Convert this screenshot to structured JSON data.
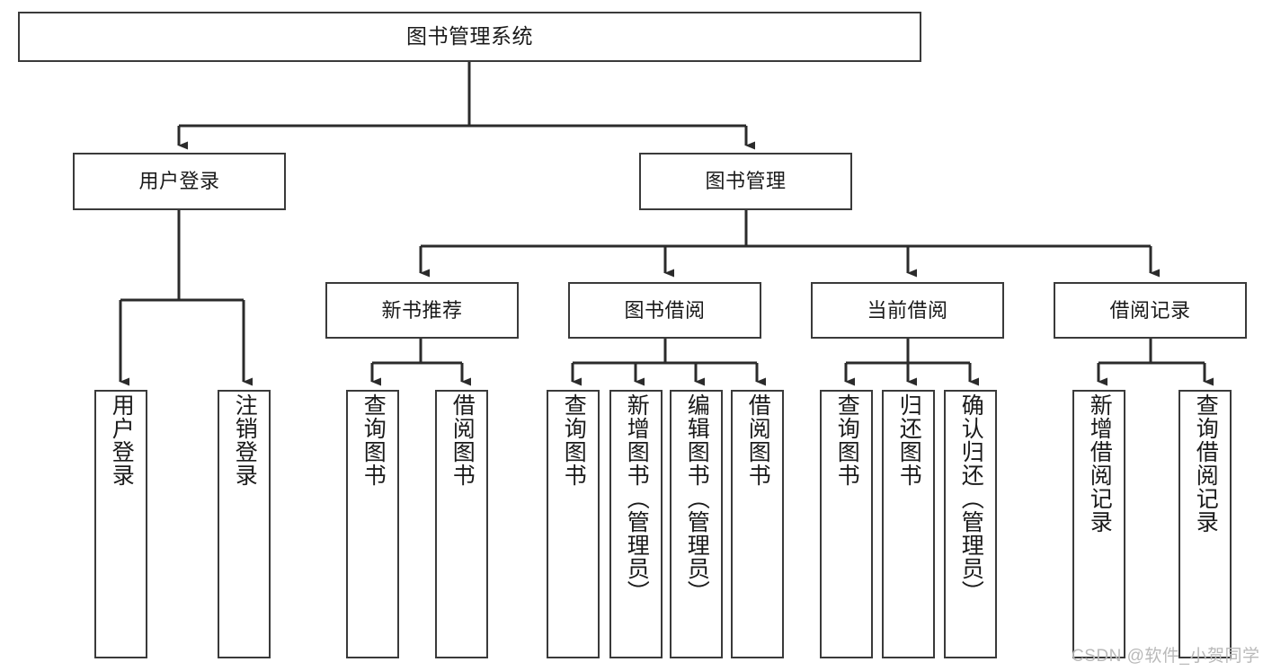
{
  "diagram": {
    "title": "图书管理系统",
    "type": "tree-hierarchy",
    "orientation": "top-down",
    "colors": {
      "box_border": "#3a3a3a",
      "box_fill": "#ffffff",
      "edge": "#2b2b2b",
      "text": "#1a1a1a",
      "watermark": "#b9b9b9",
      "background": "#ffffff"
    },
    "levels": [
      {
        "level": 1,
        "nodes": [
          {
            "id": "root",
            "label": "图书管理系统",
            "orientation": "horizontal"
          }
        ]
      },
      {
        "level": 2,
        "nodes": [
          {
            "id": "user-login",
            "label": "用户登录",
            "orientation": "horizontal",
            "parent": "root"
          },
          {
            "id": "book-manage",
            "label": "图书管理",
            "orientation": "horizontal",
            "parent": "root"
          }
        ]
      },
      {
        "level": 3,
        "nodes": [
          {
            "id": "new-book-rec",
            "label": "新书推荐",
            "orientation": "horizontal",
            "parent": "book-manage"
          },
          {
            "id": "book-borrow",
            "label": "图书借阅",
            "orientation": "horizontal",
            "parent": "book-manage"
          },
          {
            "id": "current-borrow",
            "label": "当前借阅",
            "orientation": "horizontal",
            "parent": "book-manage"
          },
          {
            "id": "borrow-record",
            "label": "借阅记录",
            "orientation": "horizontal",
            "parent": "book-manage"
          }
        ]
      },
      {
        "level": 4,
        "nodes": [
          {
            "id": "leaf-user-login",
            "label": "用户登录",
            "orientation": "vertical",
            "parent": "user-login"
          },
          {
            "id": "leaf-user-logout",
            "label": "注销登录",
            "orientation": "vertical",
            "parent": "user-login"
          },
          {
            "id": "leaf-query-book-1",
            "label": "查询图书",
            "orientation": "vertical",
            "parent": "new-book-rec"
          },
          {
            "id": "leaf-borrow-book-1",
            "label": "借阅图书",
            "orientation": "vertical",
            "parent": "new-book-rec"
          },
          {
            "id": "leaf-query-book-2",
            "label": "查询图书",
            "orientation": "vertical",
            "parent": "book-borrow"
          },
          {
            "id": "leaf-add-book",
            "label": "新增图书（管理员）",
            "orientation": "vertical",
            "parent": "book-borrow"
          },
          {
            "id": "leaf-edit-book",
            "label": "编辑图书（管理员）",
            "orientation": "vertical",
            "parent": "book-borrow"
          },
          {
            "id": "leaf-borrow-book-2",
            "label": "借阅图书",
            "orientation": "vertical",
            "parent": "book-borrow"
          },
          {
            "id": "leaf-query-book-3",
            "label": "查询图书",
            "orientation": "vertical",
            "parent": "current-borrow"
          },
          {
            "id": "leaf-return-book",
            "label": "归还图书",
            "orientation": "vertical",
            "parent": "current-borrow"
          },
          {
            "id": "leaf-confirm-return",
            "label": "确认归还（管理员）",
            "orientation": "vertical",
            "parent": "current-borrow"
          },
          {
            "id": "leaf-add-record",
            "label": "新增借阅记录",
            "orientation": "vertical",
            "parent": "borrow-record"
          },
          {
            "id": "leaf-query-record",
            "label": "查询借阅记录",
            "orientation": "vertical",
            "parent": "borrow-record"
          }
        ]
      }
    ]
  },
  "watermark": {
    "text": "CSDN @软件_小贺同学"
  }
}
